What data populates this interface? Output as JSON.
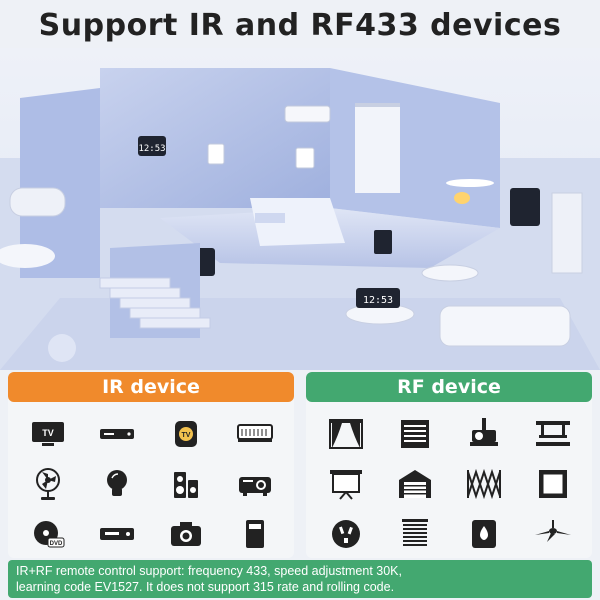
{
  "title": "Support IR and RF433 devices",
  "ir_panel": {
    "header": "IR device",
    "icons": [
      "tv-icon",
      "set-top-box-icon",
      "tv-box-icon",
      "air-conditioner-icon",
      "fan-icon",
      "light-bulb-icon",
      "speaker-icon",
      "projector-icon",
      "dvd-icon",
      "dvd-player-icon",
      "camera-icon",
      "air-purifier-icon"
    ]
  },
  "rf_panel": {
    "header": "RF device",
    "icons": [
      "curtain-icon",
      "roller-shutter-icon",
      "projector-mount-icon",
      "ceiling-lift-icon",
      "projection-screen-icon",
      "garage-door-icon",
      "retractable-gate-icon",
      "window-icon",
      "socket-icon",
      "blinds-icon",
      "water-heater-icon",
      "ceiling-fan-icon"
    ]
  },
  "footer": {
    "line1": "IR+RF remote control support: frequency 433, speed adjustment 30K,",
    "line2": "learning code EV1527. It does not support 315 rate and rolling code."
  },
  "scene": {
    "clock_left": "12:53",
    "clock_center": "12:53"
  },
  "colors": {
    "ir_accent": "#f08a2c",
    "rf_accent": "#43a870"
  }
}
